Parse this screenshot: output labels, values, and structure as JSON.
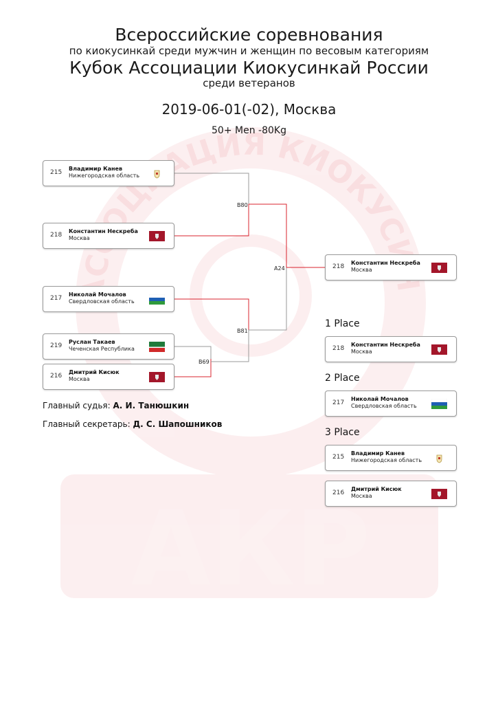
{
  "header": {
    "title": "Всероссийские соревнования",
    "subtitle": "по киокусинкай среди мужчин и женщин по весовым категориям",
    "cup": "Кубок Ассоциации Киокусинкай России",
    "group": "среди ветеранов",
    "date_place": "2019-06-01(-02), Москва",
    "category": "50+ Men -80Kg"
  },
  "watermark": {
    "arc_text": "АССОЦИАЦИЯ КИОКУСИНКАЙ РОССИИ",
    "letters": "АКР",
    "color": "#d9232d"
  },
  "colors": {
    "winner_line": "#d9232d",
    "loser_line": "#9a9a9a"
  },
  "bracket": {
    "cards": [
      {
        "num": "215",
        "name": "Владимир Канев",
        "region": "Нижегородская область",
        "flag": "coat-of-arms-icon"
      },
      {
        "num": "218",
        "name": "Константин Нескреба",
        "region": "Москва",
        "flag": "moscow-flag-icon"
      },
      {
        "num": "217",
        "name": "Николай Мочалов",
        "region": "Свердловская область",
        "flag": "sverdlovsk-flag-icon"
      },
      {
        "num": "219",
        "name": "Руслан Такаев",
        "region": "Чеченская Республика",
        "flag": "chechnya-flag-icon"
      },
      {
        "num": "216",
        "name": "Дмитрий Кисюк",
        "region": "Москва",
        "flag": "moscow-flag-icon"
      },
      {
        "num": "218",
        "name": "Константин Нескреба",
        "region": "Москва",
        "flag": "moscow-flag-icon"
      }
    ],
    "matches": {
      "b80": "B80",
      "b81": "B81",
      "b69": "B69",
      "a24": "A24"
    }
  },
  "places": [
    {
      "label": "1 Place",
      "cards": [
        {
          "num": "218",
          "name": "Константин Нескреба",
          "region": "Москва",
          "flag": "moscow-flag-icon"
        }
      ]
    },
    {
      "label": "2 Place",
      "cards": [
        {
          "num": "217",
          "name": "Николай Мочалов",
          "region": "Свердловская область",
          "flag": "sverdlovsk-flag-icon"
        }
      ]
    },
    {
      "label": "3 Place",
      "cards": [
        {
          "num": "215",
          "name": "Владимир Канев",
          "region": "Нижегородская область",
          "flag": "coat-of-arms-icon"
        },
        {
          "num": "216",
          "name": "Дмитрий Кисюк",
          "region": "Москва",
          "flag": "moscow-flag-icon"
        }
      ]
    }
  ],
  "officials": {
    "judge_label": "Главный судья:",
    "judge_name": "А. И. Танюшкин",
    "secretary_label": "Главный секретарь:",
    "secretary_name": "Д. С. Шапошников"
  }
}
